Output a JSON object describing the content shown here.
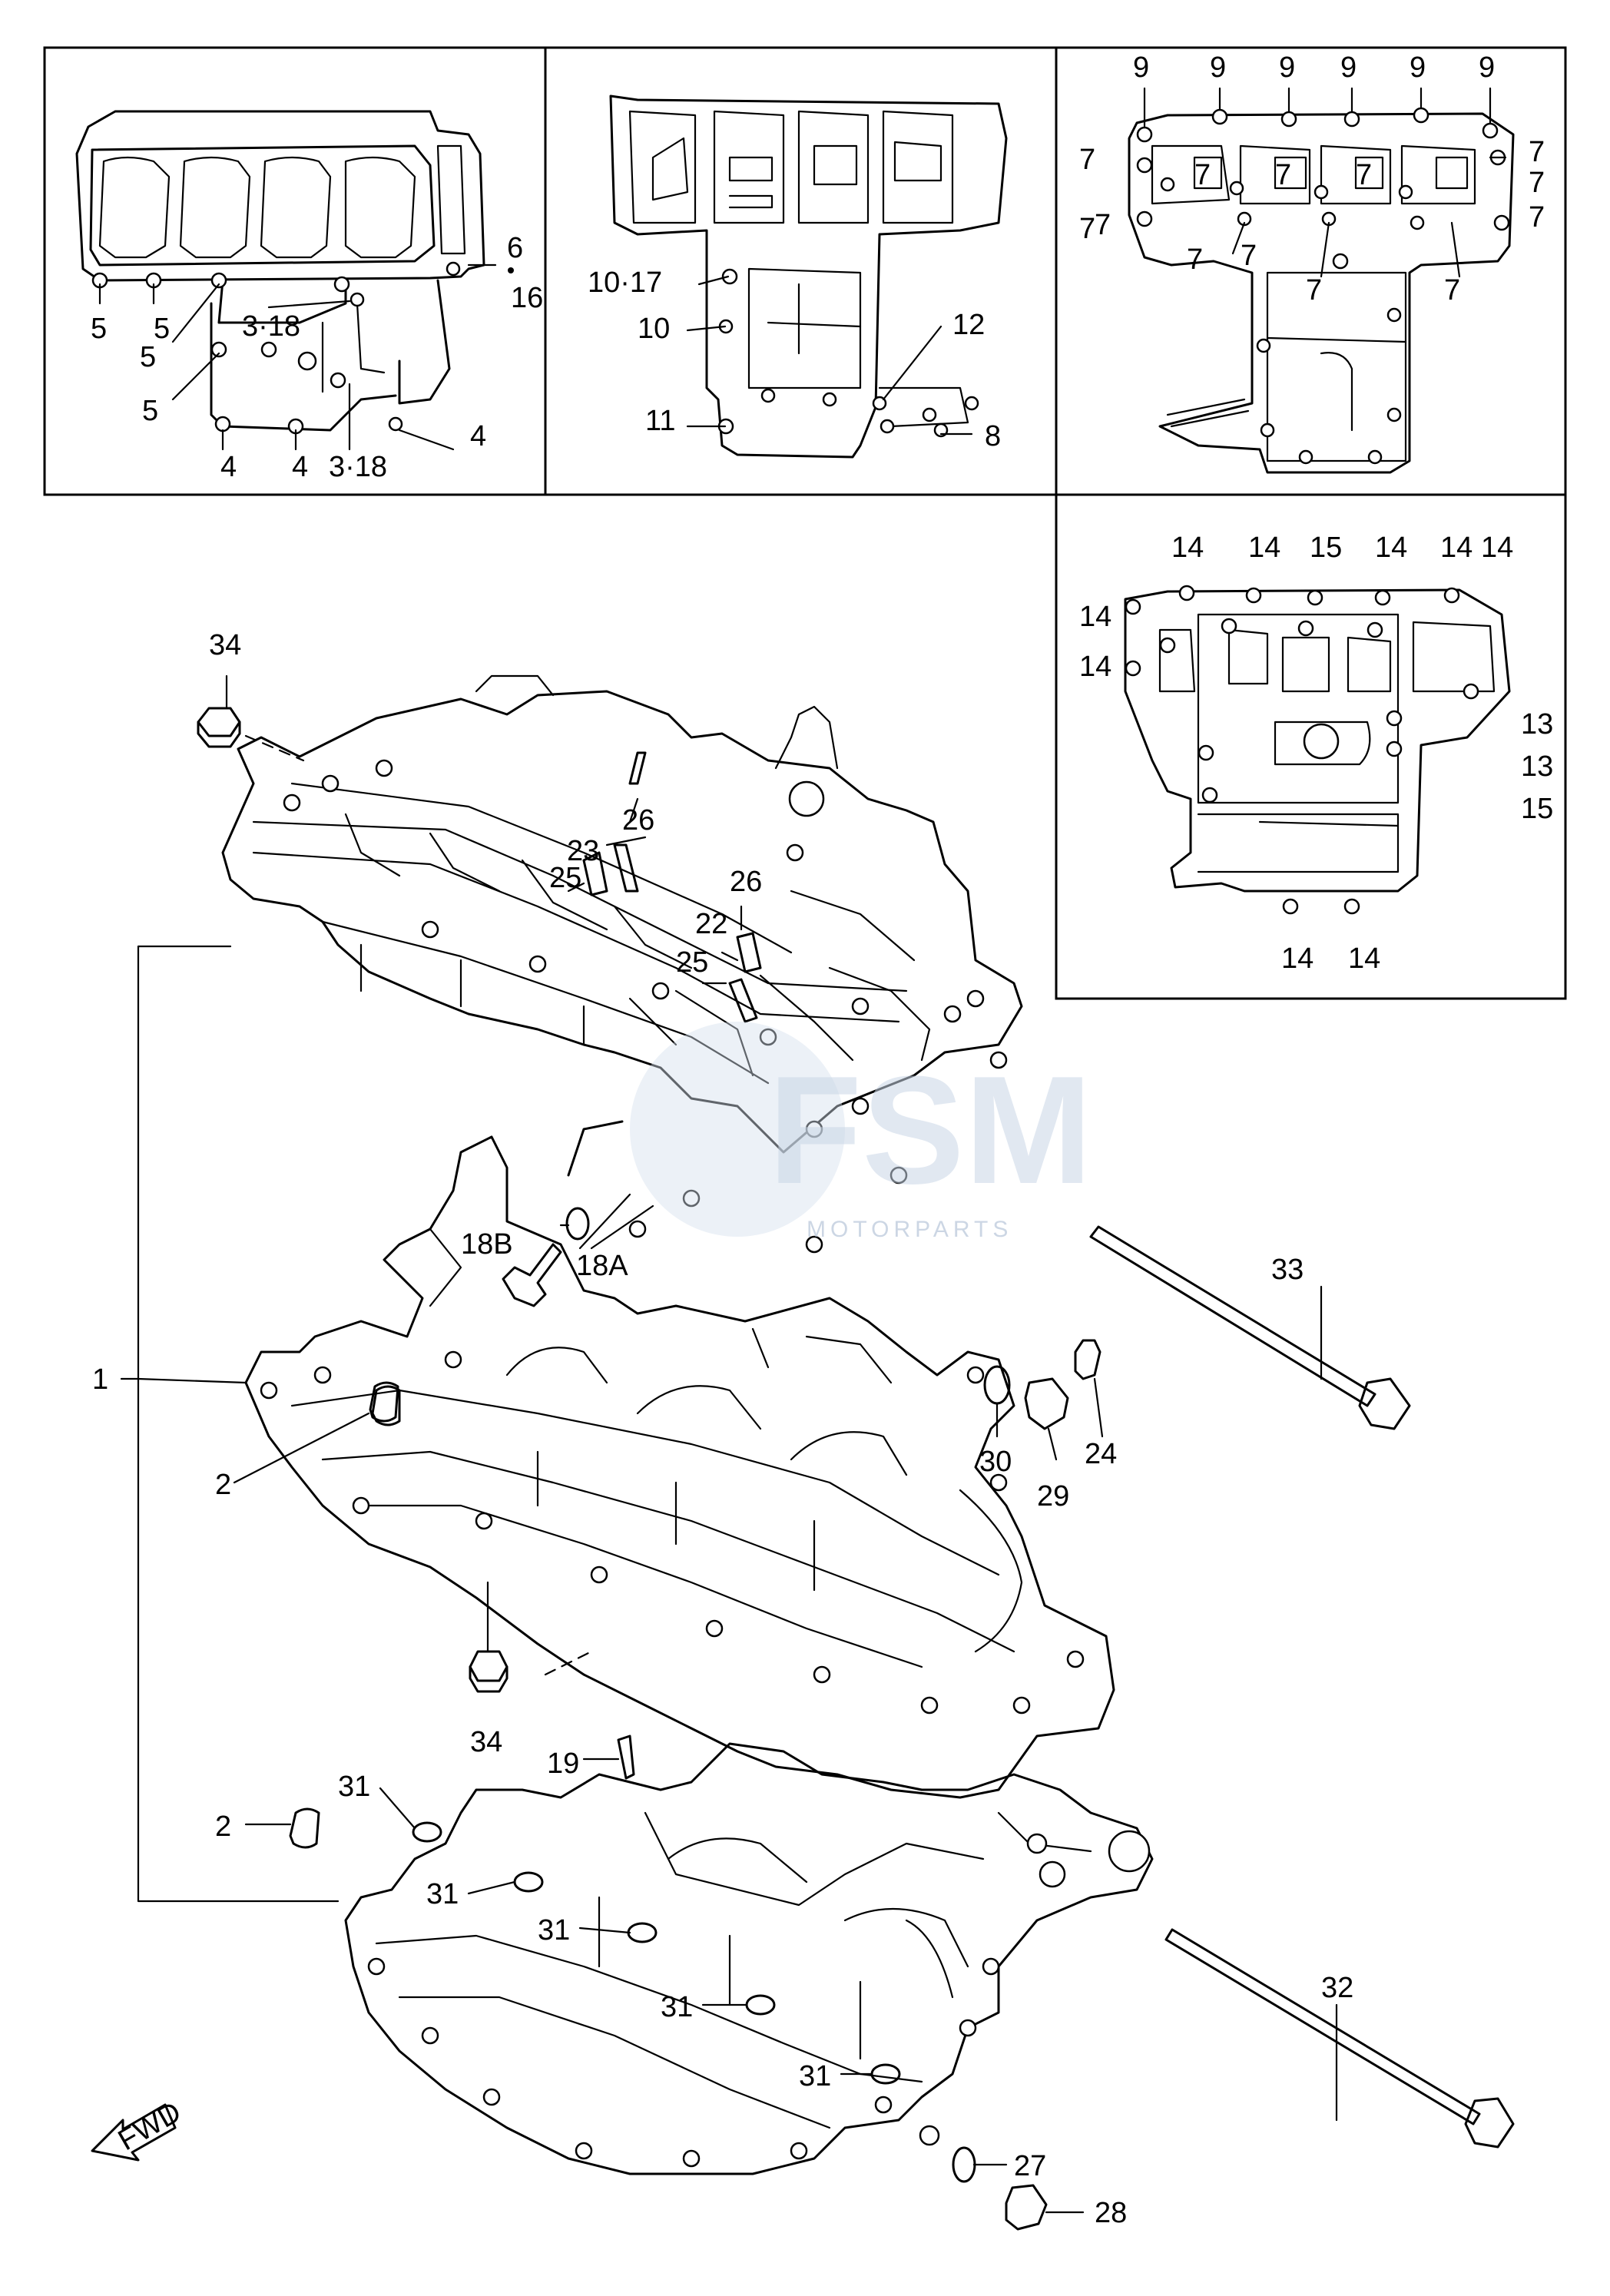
{
  "diagram": {
    "callouts": {
      "inset1": [
        "5",
        "5",
        "5",
        "5",
        "6",
        "16",
        "3·18",
        "3·18",
        "4",
        "4",
        "4"
      ],
      "inset2": [
        "10·17",
        "10",
        "11",
        "12",
        "8"
      ],
      "inset3": [
        "9",
        "9",
        "9",
        "9",
        "9",
        "9",
        "7",
        "7",
        "7",
        "7",
        "7",
        "7",
        "7",
        "7",
        "7",
        "7",
        "7",
        "7",
        "7"
      ],
      "inset4": [
        "14",
        "14",
        "15",
        "14",
        "14",
        "14",
        "14",
        "14",
        "13",
        "13",
        "15",
        "14",
        "14"
      ],
      "main": [
        "34",
        "23",
        "26",
        "25",
        "26",
        "22",
        "25",
        "18B",
        "18A",
        "33",
        "1",
        "30",
        "24",
        "29",
        "2",
        "34",
        "19",
        "31",
        "2",
        "31",
        "31",
        "31",
        "31",
        "32",
        "27",
        "28"
      ]
    },
    "fwd_label": "FWD",
    "watermark": {
      "logo": "FSM",
      "subtitle": "MOTORPARTS"
    }
  }
}
